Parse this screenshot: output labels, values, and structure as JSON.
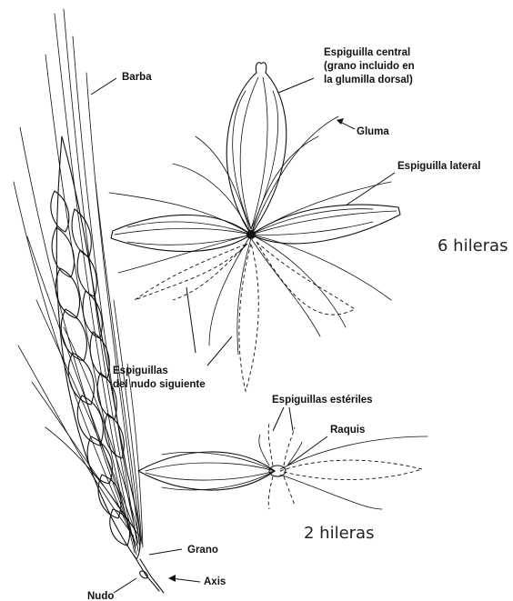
{
  "labels": {
    "barba": "Barba",
    "espiguilla_central_1": "Espiguilla central",
    "espiguilla_central_2": "(grano incluido en",
    "espiguilla_central_3": "la glumilla dorsal)",
    "gluma": "Gluma",
    "espiguilla_lateral": "Espiguilla lateral",
    "seis_hileras": "6 hileras",
    "espiguillas_siguiente_1": "Espiguillas",
    "espiguillas_siguiente_2": "del nudo siguiente",
    "espiguillas_esteriles": "Espiguillas estériles",
    "raquis": "Raquis",
    "dos_hileras": "2 hileras",
    "grano": "Grano",
    "axis": "Axis",
    "nudo": "Nudo"
  }
}
